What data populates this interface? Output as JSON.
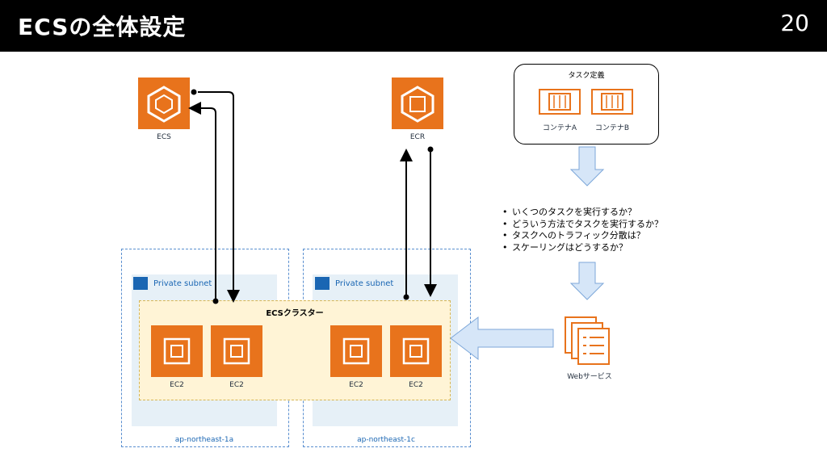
{
  "header": {
    "title": "ECSの全体設定",
    "page_number": "20"
  },
  "services": {
    "ecs_label": "ECS",
    "ecr_label": "ECR",
    "web_label": "Webサービス"
  },
  "task_definition": {
    "title": "タスク定義",
    "containers": [
      "コンテナA",
      "コンテナB"
    ]
  },
  "steps": [
    "いくつのタスクを実行するか？",
    "どういう方法でタスクを実行するか？",
    "タスクへのトラフィック分散は？",
    "スケーリングはどうするか？"
  ],
  "zones": [
    {
      "subnet_label": "Private subnet",
      "az_label": "ap-northeast-1a"
    },
    {
      "subnet_label": "Private subnet",
      "az_label": "ap-northeast-1c"
    }
  ],
  "cluster": {
    "label": "ECSクラスター"
  },
  "instances": [
    "EC2",
    "EC2",
    "EC2",
    "EC2"
  ],
  "colors": {
    "aws_orange": "#e8731c",
    "header_bg": "#000000",
    "cluster_fill": "#fff4d6",
    "subnet_fill": "#e6f0f7",
    "arrow_fill": "#d6e6f8"
  }
}
